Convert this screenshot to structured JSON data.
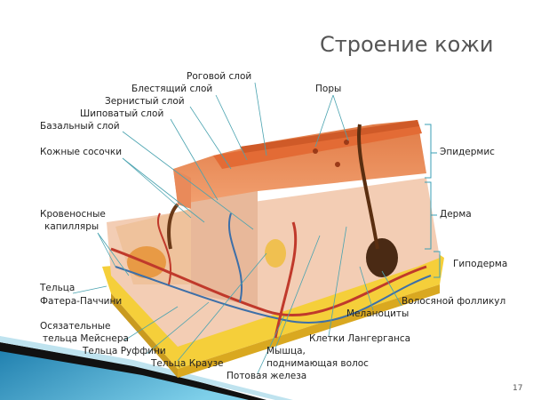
{
  "slide": {
    "title": "Строение кожи",
    "page_number": "17"
  },
  "labels": {
    "stratum_corneum": "Роговой слой",
    "stratum_lucidum": "Блестящий слой",
    "stratum_granulosum": "Зернистый слой",
    "stratum_spinosum": "Шиповатый слой",
    "stratum_basale": "Базальный слой",
    "dermal_papillae": "Кожные сосочки",
    "capillaries_1": "Кровеносные",
    "capillaries_2": "капилляры",
    "pores": "Поры",
    "epidermis": "Эпидермис",
    "dermis": "Дерма",
    "hypodermis": "Гиподерма",
    "pacini_1": "Тельца",
    "pacini_2": "Фатера-Паччини",
    "hair_follicle": "Волосяной фолликул",
    "melanocytes": "Меланоциты",
    "meissner_1": "Осязательные",
    "meissner_2": "тельца Мейснера",
    "langerhans": "Клетки Лангерганса",
    "ruffini": "Тельца Руффини",
    "muscle_1": "Мышца,",
    "muscle_2": "поднимающая волос",
    "krause": "Тельца Краузе",
    "sweat_gland": "Потовая железа"
  },
  "colors": {
    "leader_line": "#4aa3b0",
    "title": "#555555",
    "accent_blue": "#2a8fbf"
  }
}
